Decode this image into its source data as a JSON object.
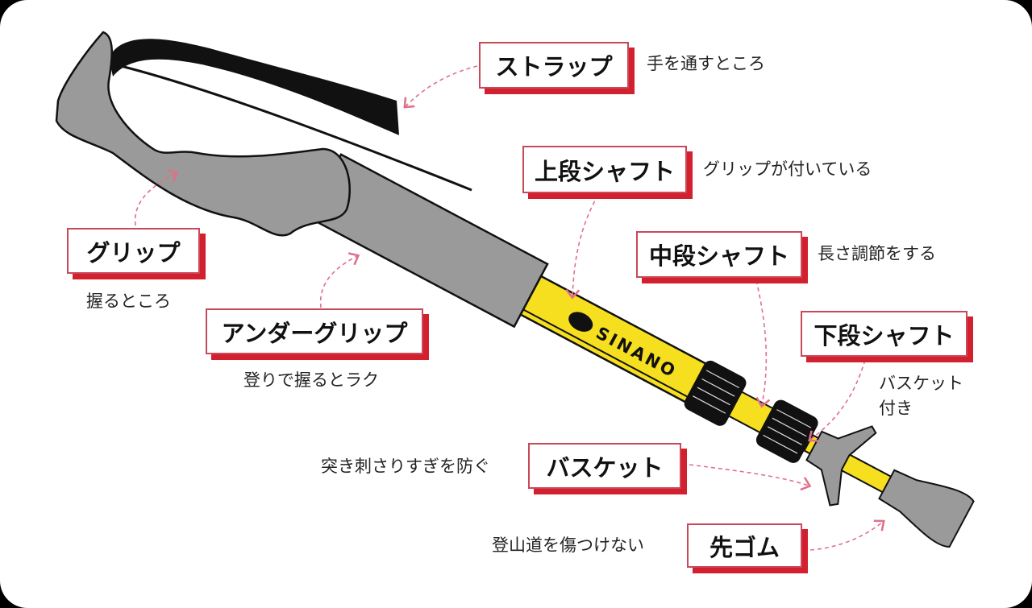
{
  "brand": "SINANO",
  "colors": {
    "label_shadow": "#d2202e",
    "shaft": "#f5df1f",
    "grip": "#9a9a9a",
    "arrow": "#e0708a"
  },
  "parts": {
    "strap": {
      "label": "ストラップ",
      "desc": "手を通すところ"
    },
    "upper_shaft": {
      "label": "上段シャフト",
      "desc": "グリップが付いている"
    },
    "middle_shaft": {
      "label": "中段シャフト",
      "desc": "長さ調節をする"
    },
    "lower_shaft": {
      "label": "下段シャフト",
      "desc_line1": "バスケット",
      "desc_line2": "付き"
    },
    "grip": {
      "label": "グリップ",
      "desc": "握るところ"
    },
    "under_grip": {
      "label": "アンダーグリップ",
      "desc": "登りで握るとラク"
    },
    "basket": {
      "label": "バスケット",
      "desc": "突き刺さりすぎを防ぐ"
    },
    "tip": {
      "label": "先ゴム",
      "desc": "登山道を傷つけない"
    }
  }
}
